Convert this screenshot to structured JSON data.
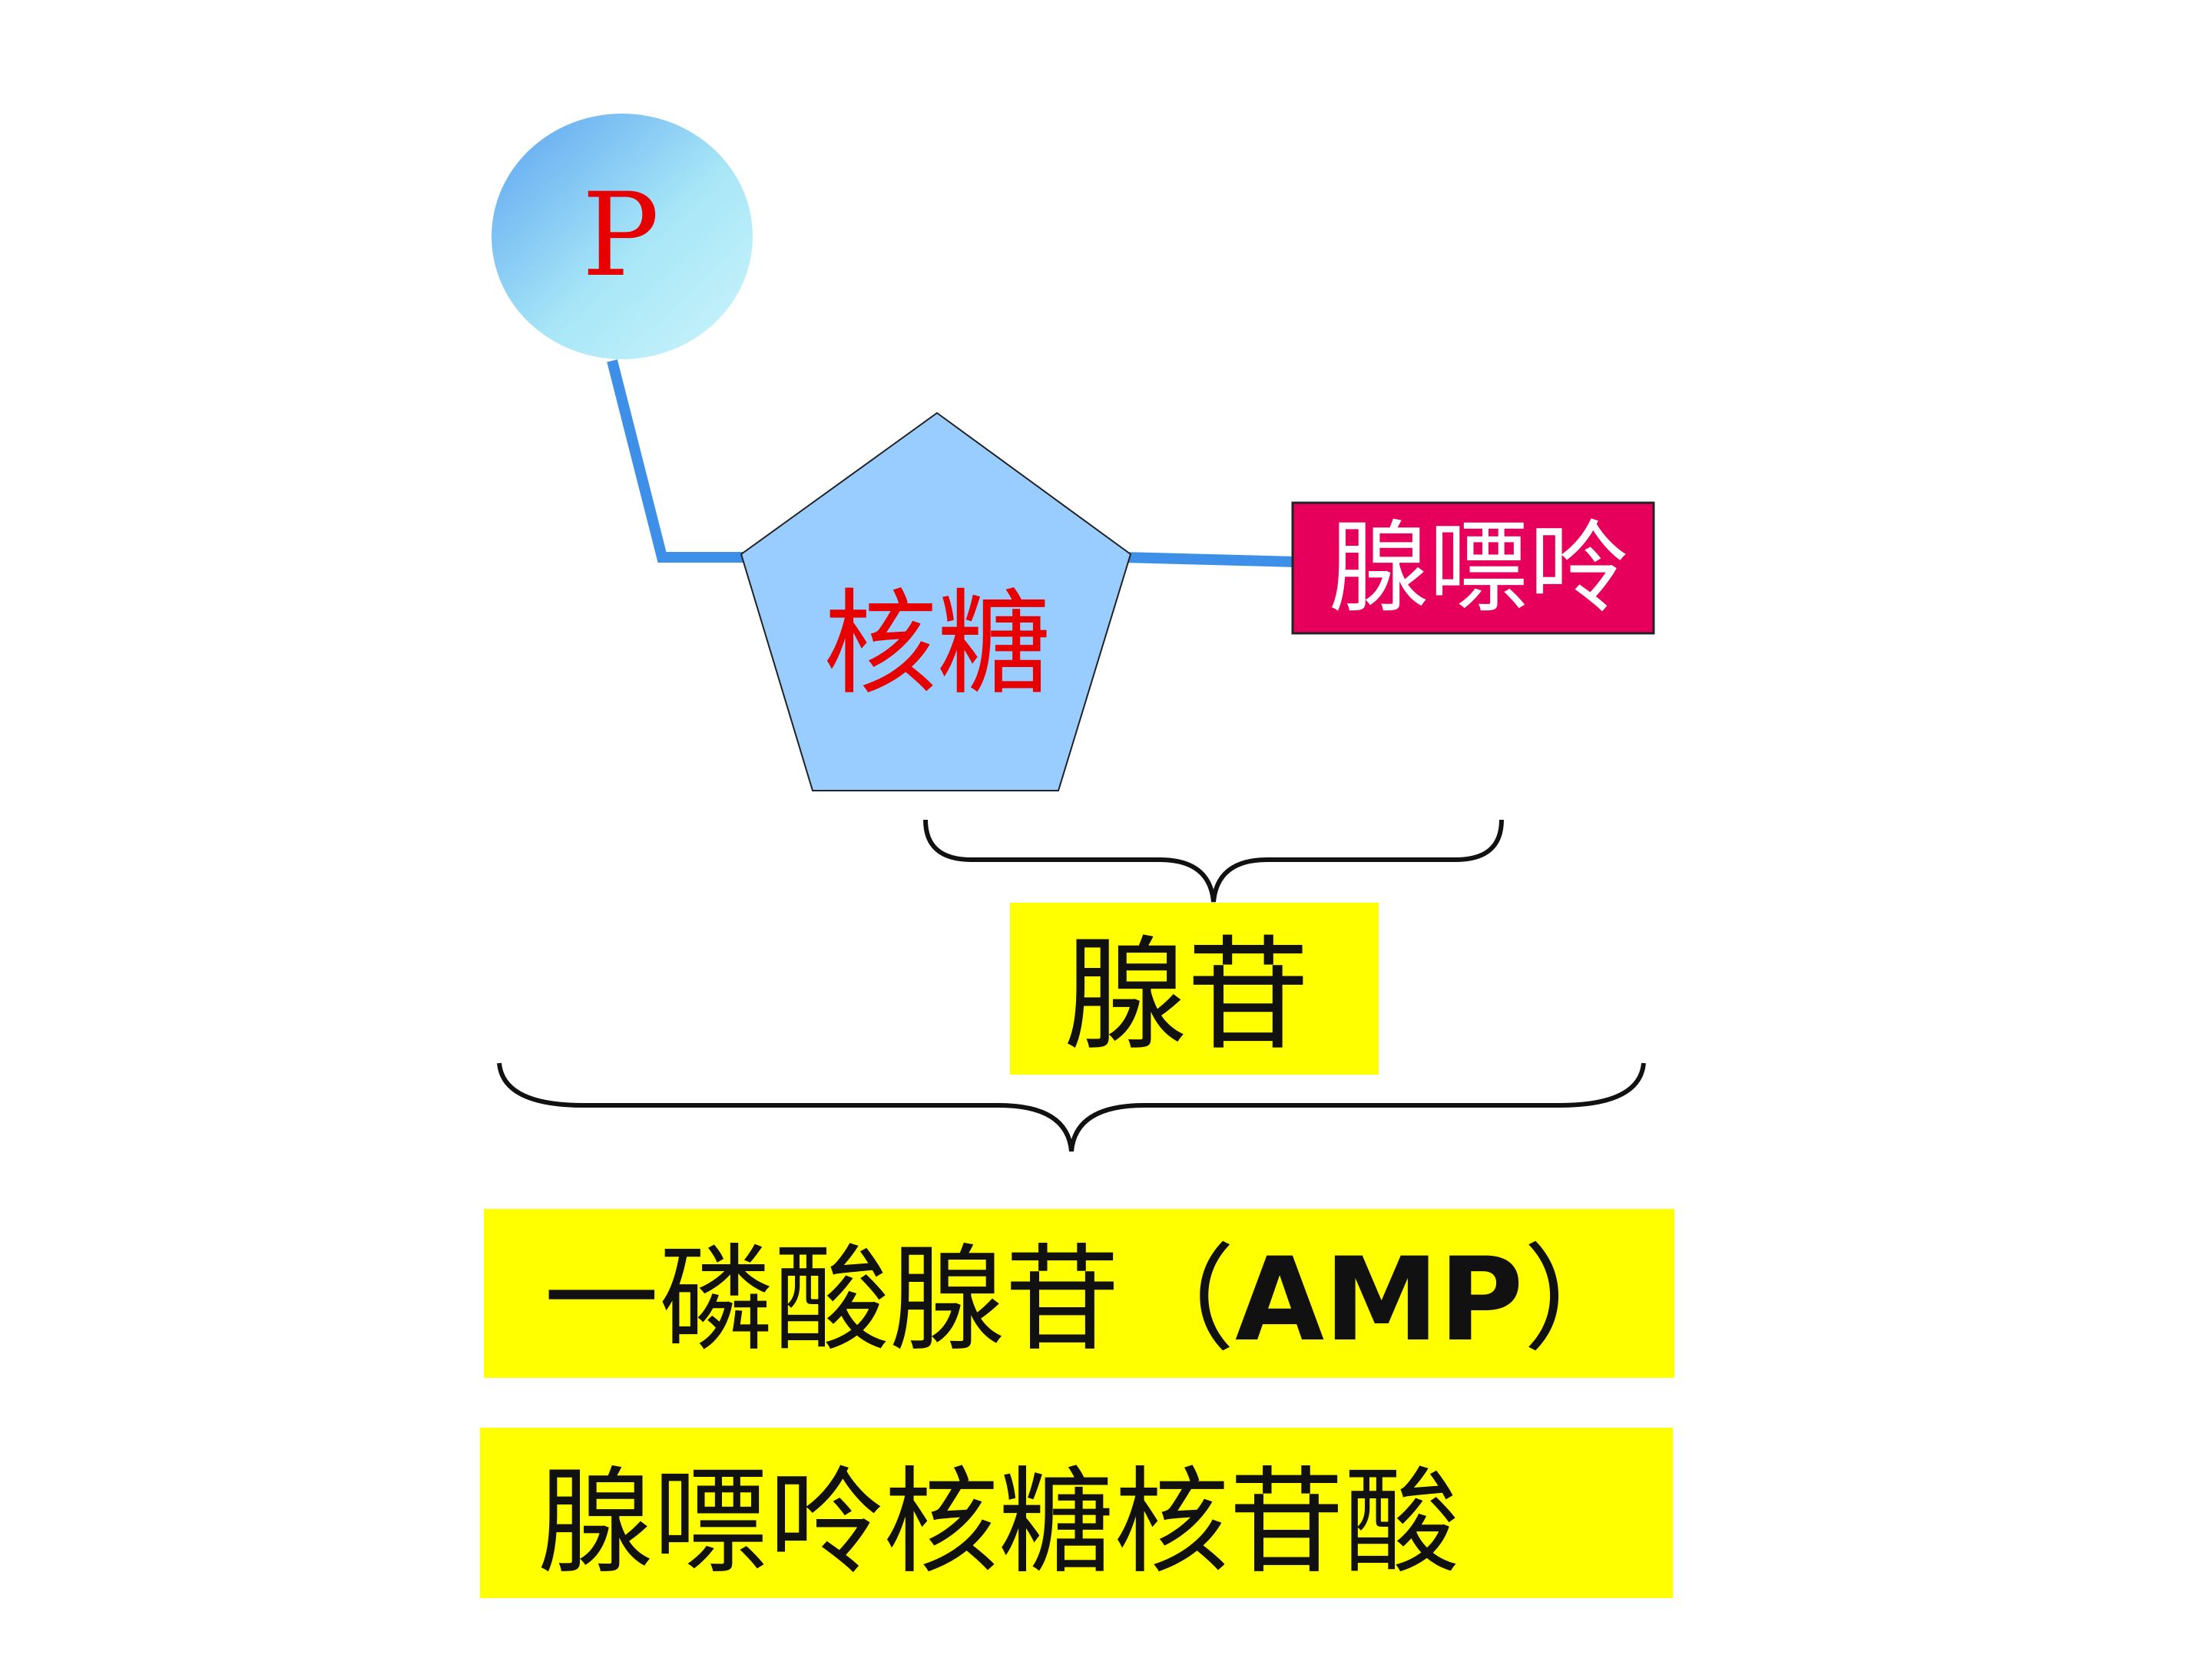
{
  "phosphate": {
    "label": "P"
  },
  "ribose": {
    "label": "核糖"
  },
  "adenine": {
    "label": "腺嘌呤"
  },
  "adenosine": {
    "label": "腺苷"
  },
  "amp": {
    "name": "一磷酸腺苷",
    "open_paren": "（",
    "abbr": "AMP",
    "close_paren": "）"
  },
  "amp_alt": {
    "label": "腺嘌呤核糖核苷酸"
  },
  "colors": {
    "bond": "#3d8fe8",
    "ribose_fill": "#99ccff",
    "adenine_fill": "#e6005c",
    "highlight": "#ffff00",
    "red_text": "#e60000",
    "phosphate_light": "#ccf5fb",
    "phosphate_dark": "#5aa2f0"
  }
}
